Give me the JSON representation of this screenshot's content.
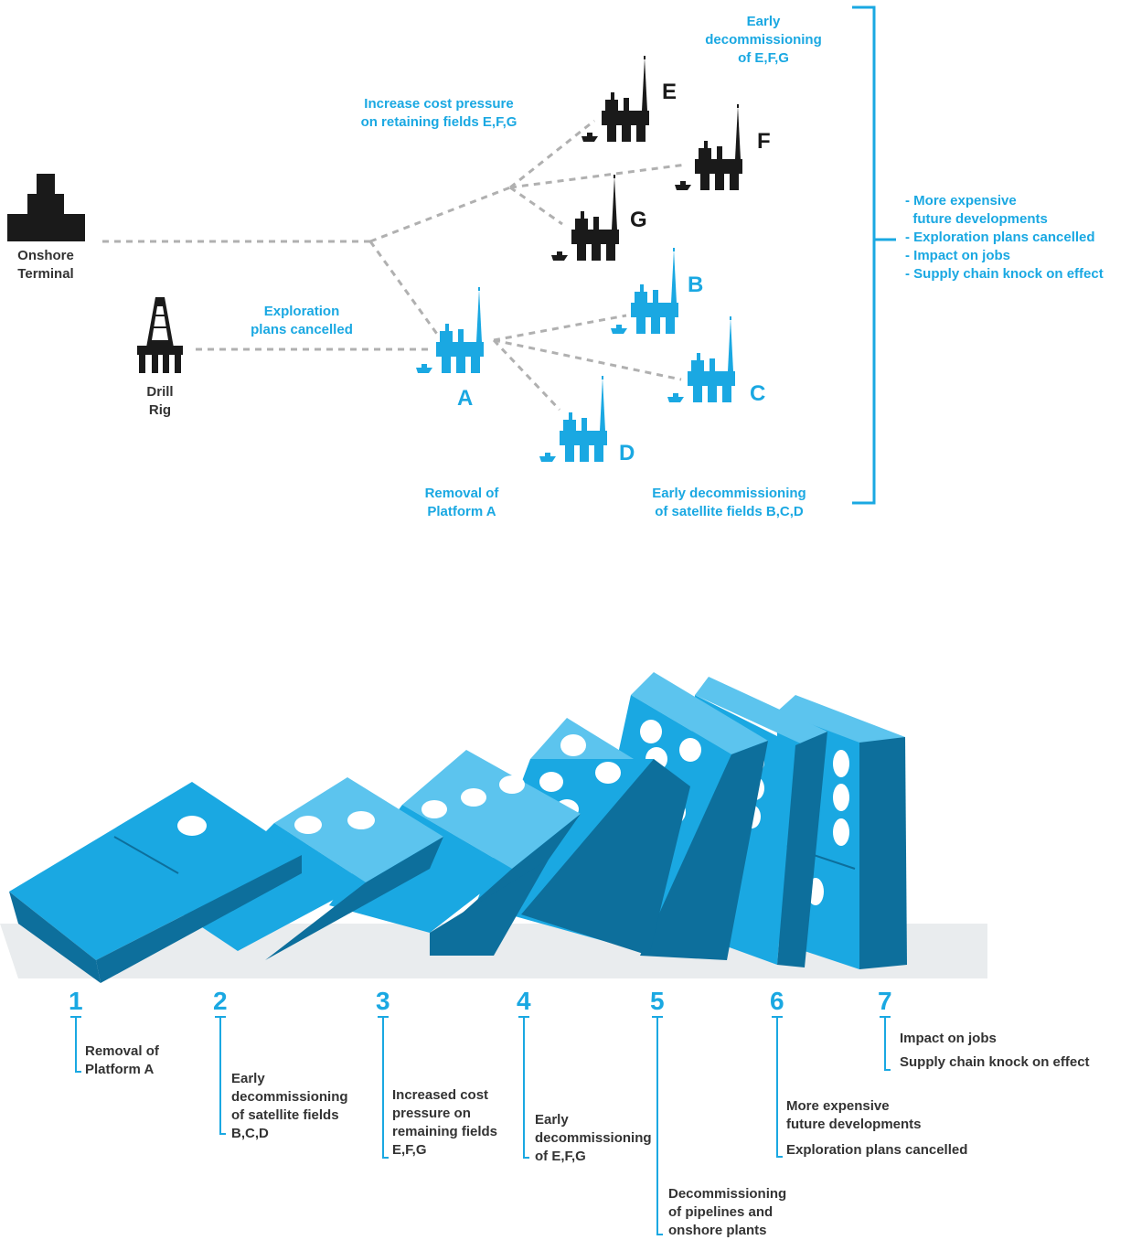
{
  "colors": {
    "accent": "#1aa8e2",
    "dark": "#1a1a1a",
    "text": "#333333",
    "line": "#b0b0b0"
  },
  "network": {
    "onshore_terminal": "Onshore\nTerminal",
    "drill_rig": "Drill\nRig",
    "exploration_cancelled": "Exploration\nplans cancelled",
    "cost_pressure": "Increase cost pressure\non retaining fields E,F,G",
    "early_decom_efg": "Early\ndecommissioning\nof E,F,G",
    "removal_a": "Removal of\nPlatform A",
    "early_decom_bcd": "Early decommissioning\nof satellite fields B,C,D",
    "impacts": "- More expensive\n  future developments\n- Exploration plans cancelled\n- Impact on jobs\n- Supply chain knock on effect",
    "platforms": {
      "a": "A",
      "b": "B",
      "c": "C",
      "d": "D",
      "e": "E",
      "f": "F",
      "g": "G"
    }
  },
  "steps": [
    {
      "num": "1",
      "texts": [
        "Removal of\nPlatform A"
      ]
    },
    {
      "num": "2",
      "texts": [
        "Early\ndecommissioning\nof satellite fields\nB,C,D"
      ]
    },
    {
      "num": "3",
      "texts": [
        "Increased cost\npressure on\nremaining fields\nE,F,G"
      ]
    },
    {
      "num": "4",
      "texts": [
        "Early\ndecommissioning\nof E,F,G"
      ]
    },
    {
      "num": "5",
      "texts": [
        "Decommissioning\nof pipelines and\nonshore plants"
      ]
    },
    {
      "num": "6",
      "texts": [
        "More expensive\nfuture developments",
        "Exploration plans cancelled"
      ]
    },
    {
      "num": "7",
      "texts": [
        "Impact on jobs",
        "Supply chain knock on effect"
      ]
    }
  ]
}
